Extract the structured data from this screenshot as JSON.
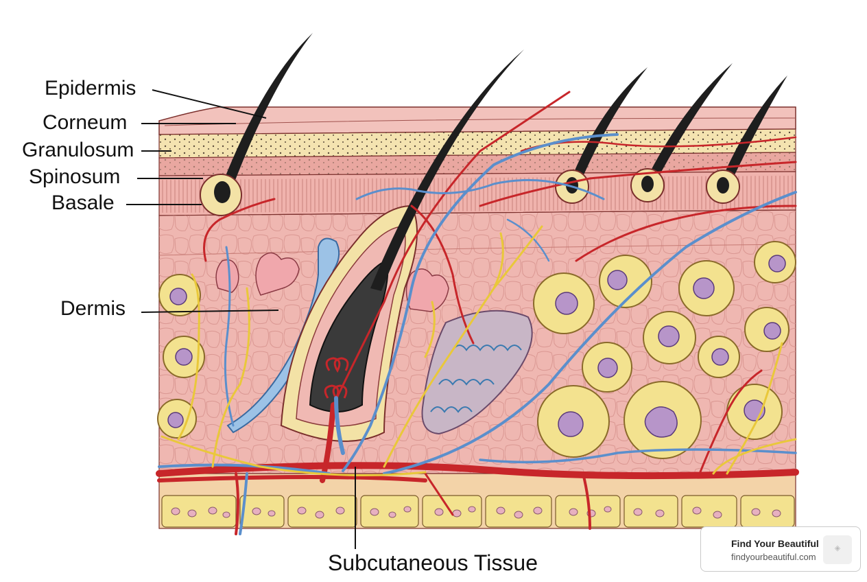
{
  "labels": {
    "epidermis": "Epidermis",
    "corneum": "Corneum",
    "granulosum": "Granulosum",
    "spinosum": "Spinosum",
    "basale": "Basale",
    "dermis": "Dermis",
    "subcutaneous": "Subcutaneous Tissue"
  },
  "watermark": {
    "title": "Find Your Beautiful",
    "url": "findyourbeautiful.com",
    "badge_icon": "small-logo-icon"
  },
  "colors": {
    "dermis": "#efb7b1",
    "epidermis_pink": "#f2c2bc",
    "granulosum_cream": "#f4e3b0",
    "fat_yellow": "#f3e28f",
    "artery_red": "#c7262a",
    "vein_blue": "#5b8fcc",
    "nerve_yellow": "#e9c83a",
    "hair_black": "#1e1e1e",
    "nucleus_purple": "#9a78b2"
  }
}
